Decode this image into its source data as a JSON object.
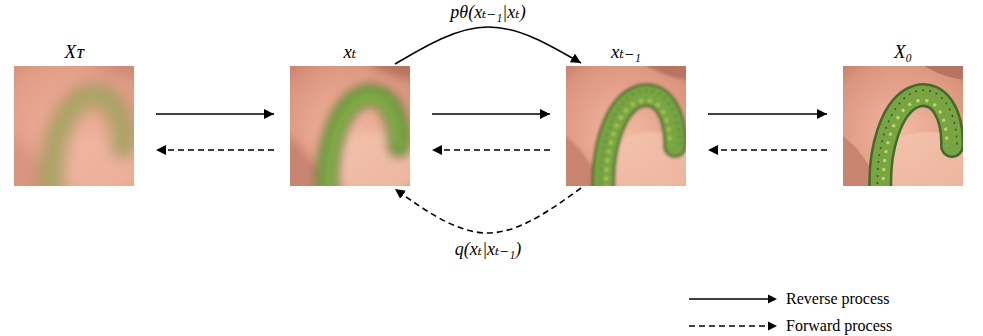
{
  "diagram": {
    "nodes": [
      {
        "text": [
          "Xᴛ"
        ]
      },
      {
        "text": [
          "xₜ"
        ]
      },
      {
        "text": [
          "xₜ₋₁"
        ]
      },
      {
        "text": [
          "X₀"
        ]
      }
    ],
    "edges": [
      {
        "from": 0,
        "to": 1,
        "arrow": "to"
      },
      {
        "from": 1,
        "to": 0,
        "arrow": "to"
      },
      {
        "from": 1,
        "to": 2,
        "label": "pθ(xₜ₋₁|xₜ)",
        "arrow": "to"
      },
      {
        "from": 1,
        "to": 2,
        "arrow": "to"
      },
      {
        "from": 2,
        "to": 1,
        "arrow": "to"
      },
      {
        "from": 2,
        "to": 1,
        "label": "q(xₜ|xₜ₋₁)",
        "arrow": "to"
      },
      {
        "from": 2,
        "to": 3,
        "arrow": "to"
      },
      {
        "from": 3,
        "to": 2,
        "arrow": "to"
      }
    ],
    "legend": [
      {
        "text": "Reverse process"
      },
      {
        "text": "Forward process"
      }
    ]
  }
}
